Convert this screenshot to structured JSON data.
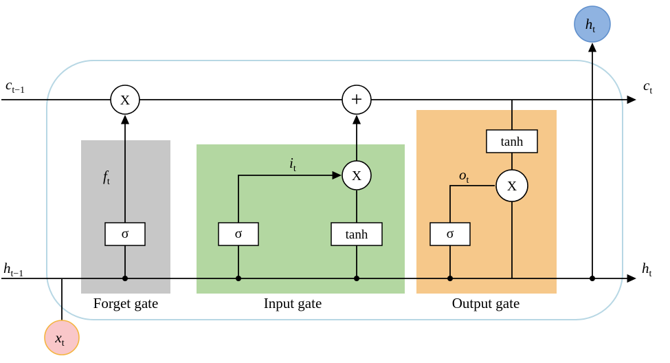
{
  "diagram": {
    "type": "lstm-cell",
    "gate_labels": {
      "forget": "Forget gate",
      "input": "Input gate",
      "output": "Output gate"
    },
    "operators": {
      "multiply_forget": "X",
      "add": "+",
      "multiply_input": "X",
      "multiply_output": "X"
    },
    "activations": {
      "forget_sigma": "σ",
      "input_sigma": "σ",
      "input_tanh": "tanh",
      "output_sigma": "σ",
      "output_tanh": "tanh"
    },
    "variables": {
      "c_prev": {
        "base": "c",
        "sub": "t−1"
      },
      "c_next": {
        "base": "c",
        "sub": "t"
      },
      "h_prev": {
        "base": "h",
        "sub": "t−1"
      },
      "h_next": {
        "base": "h",
        "sub": "t"
      },
      "h_out": {
        "base": "h",
        "sub": "t"
      },
      "x_in": {
        "base": "x",
        "sub": "t"
      },
      "f_t": {
        "base": "f",
        "sub": "t"
      },
      "i_t": {
        "base": "i",
        "sub": "t"
      },
      "o_t": {
        "base": "o",
        "sub": "t"
      }
    },
    "colors": {
      "cell_border": "#b7d7e4",
      "forget_bg": "#c7c7c7",
      "input_bg": "#b3d7a1",
      "output_bg": "#f6c88a",
      "h_out_fill": "#8fb3e1",
      "h_out_stroke": "#5f8fcc",
      "x_in_fill": "#f9c7c9",
      "x_in_stroke": "#f4b43f"
    }
  }
}
